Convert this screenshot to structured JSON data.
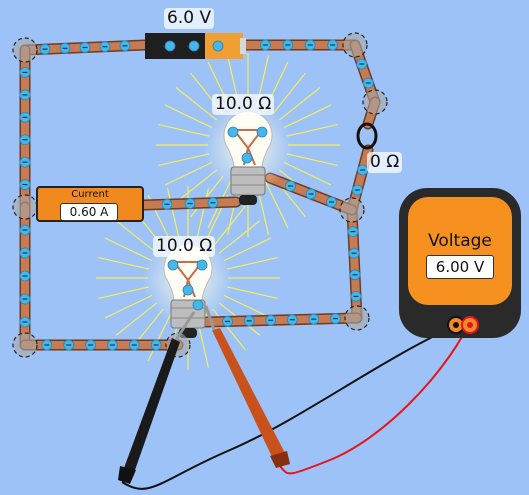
{
  "battery": {
    "voltage_label": "6.0 V"
  },
  "bulb_top": {
    "resistance_label": "10.0 Ω"
  },
  "bulb_bottom": {
    "resistance_label": "10.0 Ω"
  },
  "switch": {
    "resistance_label": "0 Ω"
  },
  "ammeter": {
    "title": "Current",
    "value": "0.60 A"
  },
  "voltmeter": {
    "title": "Voltage",
    "value": "6.00 V"
  },
  "colors": {
    "background": "#9dc2f7",
    "wire": "#c77b52",
    "electron": "#46b7e8",
    "meter_orange": "#f6901f",
    "probe_red": "#e8131a",
    "probe_black": "#111111",
    "light_ray": "#f5ef5a"
  }
}
